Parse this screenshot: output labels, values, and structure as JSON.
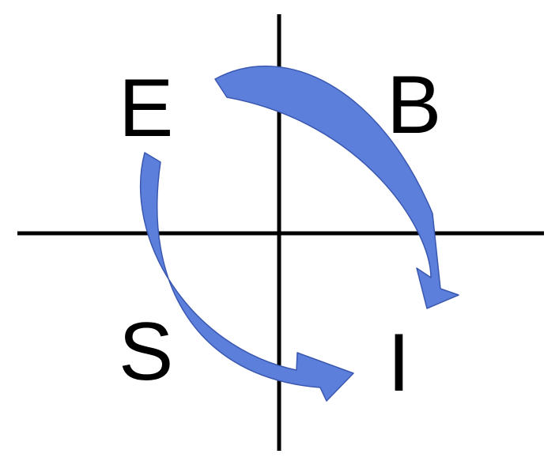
{
  "quadrants": {
    "top_left": "E",
    "top_right": "B",
    "bottom_left": "S",
    "bottom_right": "I"
  },
  "colors": {
    "axis": "#000000",
    "arrow_fill": "#5B7FDB",
    "arrow_stroke": "#3B58B0",
    "label": "#000000",
    "background": "#FFFFFF"
  }
}
